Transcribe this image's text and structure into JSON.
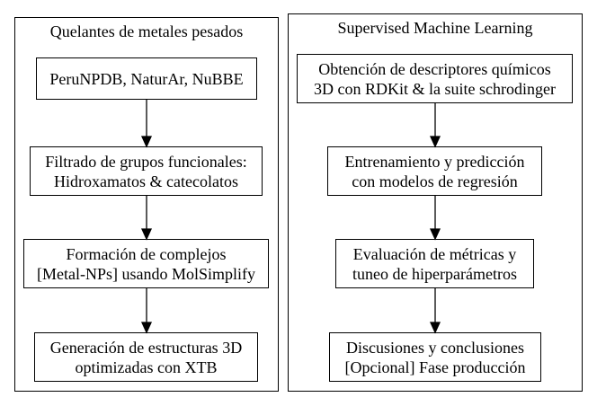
{
  "clusters": {
    "left": {
      "title": "Quelantes de metales pesados",
      "nodes": [
        {
          "lines": [
            "PeruNPDB, NaturAr, NuBBE"
          ]
        },
        {
          "lines": [
            "Filtrado de grupos funcionales:",
            "Hidroxamatos & catecolatos"
          ]
        },
        {
          "lines": [
            "Formación de complejos",
            "[Metal-NPs] usando MolSimplify"
          ]
        },
        {
          "lines": [
            "Generación de estructuras 3D",
            "optimizadas con XTB"
          ]
        }
      ]
    },
    "right": {
      "title": "Supervised Machine Learning",
      "nodes": [
        {
          "lines": [
            "Obtención de descriptores químicos",
            "3D con RDKit & la suite schrodinger"
          ]
        },
        {
          "lines": [
            "Entrenamiento y predicción",
            "con modelos de regresión"
          ]
        },
        {
          "lines": [
            "Evaluación de métricas y",
            "tuneo de hiperparámetros"
          ]
        },
        {
          "lines": [
            "Discusiones y conclusiones",
            "[Opcional] Fase producción"
          ]
        }
      ]
    }
  },
  "colors": {
    "stroke": "#000000",
    "background": "#ffffff"
  }
}
